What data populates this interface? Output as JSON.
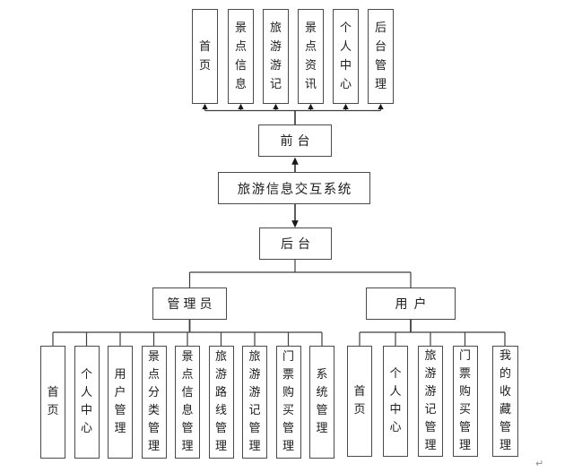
{
  "diagram": {
    "system_title": "旅游信息交互系统",
    "frontend_label": "前台",
    "backend_label": "后台",
    "frontend_modules": [
      "首页",
      "景点信息",
      "旅游游记",
      "景点资讯",
      "个人中心",
      "后台管理"
    ],
    "admin_role_label": "管理员",
    "user_role_label": "用户",
    "admin_modules": [
      "首页",
      "个人中心",
      "用户管理",
      "景点分类管理",
      "景点信息管理",
      "旅游路线管理",
      "旅游游记管理",
      "门票购买管理",
      "系统管理"
    ],
    "user_modules": [
      "首页",
      "个人中心",
      "旅游游记管理",
      "门票购买管理",
      "我的收藏管理"
    ],
    "paragraph_mark": "↵"
  },
  "colors": {
    "background": "#ffffff",
    "box_border": "#4a4a4a",
    "connector_line": "#3f3f3f",
    "text": "#1c1c1c",
    "paragraph_mark_color": "#8c8c8c"
  }
}
